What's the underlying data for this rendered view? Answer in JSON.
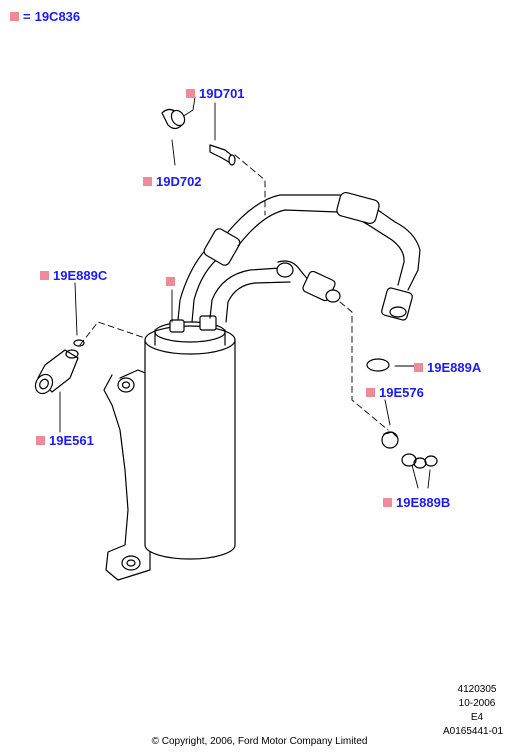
{
  "legend": {
    "symbol_color": "#f08a98",
    "equals": "=",
    "part": "19C836"
  },
  "callouts": {
    "p19D701": "19D701",
    "p19D702": "19D702",
    "p19E889C": "19E889C",
    "p19E561": "19E561",
    "p19E889A": "19E889A",
    "p19E576": "19E576",
    "p19E889B": "19E889B"
  },
  "colors": {
    "label": "#1a1aff",
    "marker": "#f08a98",
    "line": "#000000"
  },
  "footer": {
    "ref": "4120305",
    "date": "10-2006",
    "edition": "E4",
    "doc": "A0165441-01",
    "copyright": "© Copyright, 2006, Ford Motor Company Limited"
  }
}
